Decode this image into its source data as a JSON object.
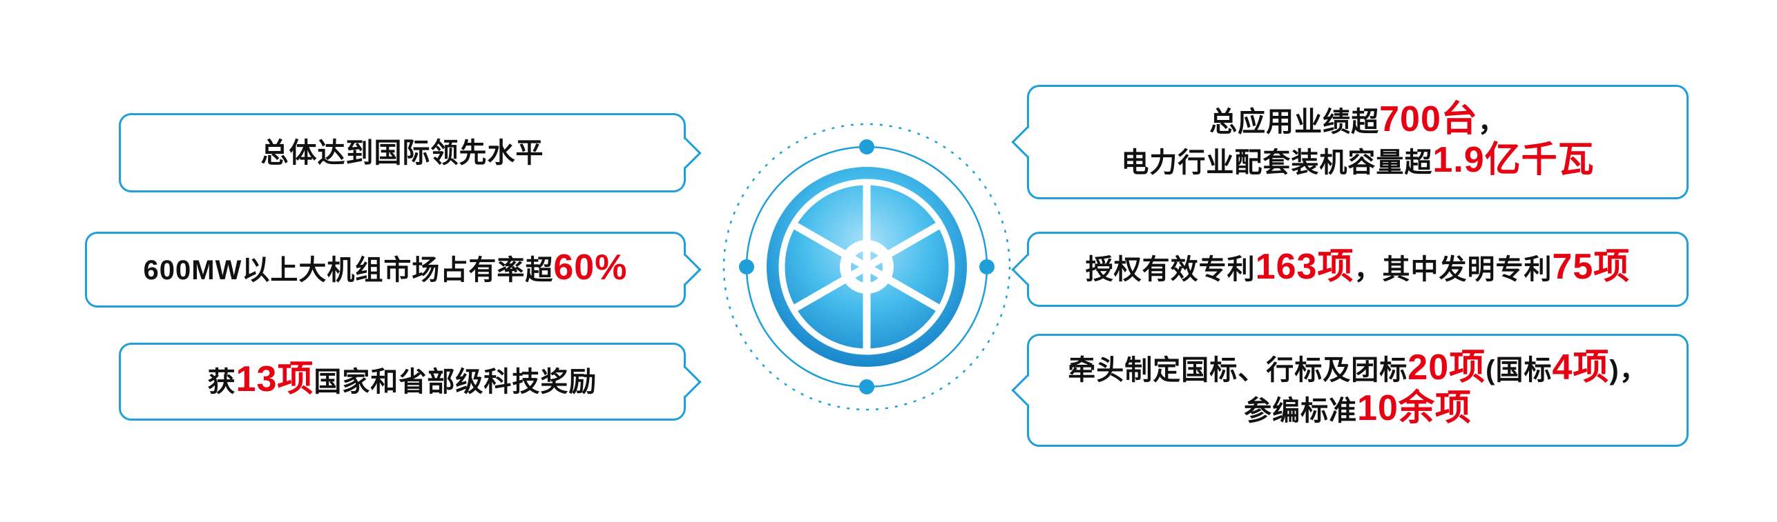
{
  "colors": {
    "accent": "#1e9fda",
    "highlight": "#e60012",
    "text": "#111111",
    "icon_gradient": [
      "#a8e1fa",
      "#45bcec",
      "#0a74c0"
    ]
  },
  "left_boxes": [
    {
      "name": "international-level",
      "segments": [
        {
          "text": "总体达到国际领先水平",
          "highlight": false
        }
      ]
    },
    {
      "name": "market-share",
      "segments": [
        {
          "text": "600MW以上大机组市场占有率超",
          "highlight": false
        },
        {
          "text": "60%",
          "highlight": true
        }
      ]
    },
    {
      "name": "awards",
      "segments": [
        {
          "text": "获",
          "highlight": false
        },
        {
          "text": "13项",
          "highlight": true
        },
        {
          "text": "国家和省部级科技奖励",
          "highlight": false
        }
      ]
    }
  ],
  "right_boxes": [
    {
      "name": "application-record",
      "lines": [
        {
          "segments": [
            {
              "text": "总应用业绩超",
              "highlight": false
            },
            {
              "text": "700台",
              "highlight": true
            },
            {
              "text": "，",
              "highlight": false
            }
          ]
        },
        {
          "segments": [
            {
              "text": "电力行业配套装机容量超",
              "highlight": false
            },
            {
              "text": "1.9亿千瓦",
              "highlight": true
            }
          ]
        }
      ]
    },
    {
      "name": "patents",
      "lines": [
        {
          "segments": [
            {
              "text": "授权有效专利",
              "highlight": false
            },
            {
              "text": "163项",
              "highlight": true
            },
            {
              "text": "，其中发明专利",
              "highlight": false
            },
            {
              "text": "75项",
              "highlight": true
            }
          ]
        }
      ]
    },
    {
      "name": "standards",
      "lines": [
        {
          "segments": [
            {
              "text": "牵头制定国标、行标及团标",
              "highlight": false
            },
            {
              "text": "20项",
              "highlight": true
            },
            {
              "text": "(国标",
              "highlight": false
            },
            {
              "text": "4项",
              "highlight": true
            },
            {
              "text": ")，",
              "highlight": false
            }
          ]
        },
        {
          "segments": [
            {
              "text": "参编标准",
              "highlight": false
            },
            {
              "text": "10余项",
              "highlight": true
            }
          ]
        }
      ]
    }
  ],
  "center": {
    "icon": "turbine-wheel-icon"
  }
}
